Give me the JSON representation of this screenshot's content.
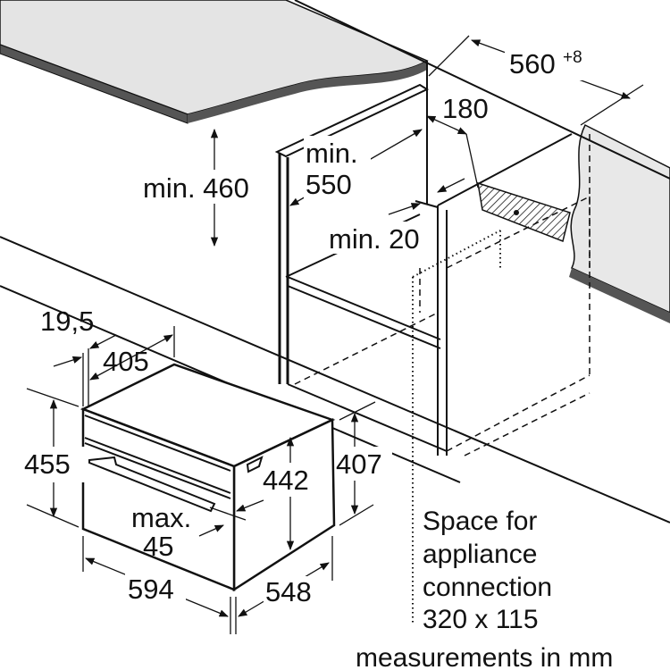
{
  "dimensions": {
    "niche_width": "560",
    "niche_width_tolerance": "+8",
    "vent_opening": "180",
    "min_460": "min. 460",
    "min_550_line1": "min.",
    "min_550_line2": "550",
    "min_20": "min. 20",
    "front_offset": "19,5",
    "depth_top": "405",
    "height_front": "455",
    "height_inner": "442",
    "height_side": "407",
    "handle_max_line1": "max.",
    "handle_max_line2": "45",
    "width_front": "594",
    "depth_side": "548"
  },
  "notes": {
    "connection_line1": "Space for",
    "connection_line2": "appliance",
    "connection_line3": "connection",
    "connection_line4": "320 x 115",
    "units": "measurements in mm"
  },
  "colors": {
    "surface": "#e4e4e4",
    "edge": "#555555",
    "line": "#111111"
  }
}
